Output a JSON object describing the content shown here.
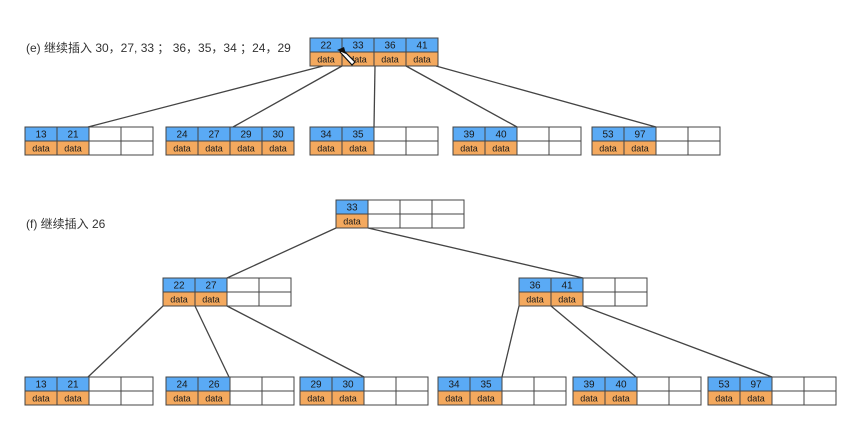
{
  "colors": {
    "key_fill": "#5aaaf5",
    "data_fill": "#f4a95e",
    "empty_fill": "#ffffff",
    "edge": "#444444"
  },
  "cursor_icon": "pointer-hand-icon",
  "diagrams": [
    {
      "id": "e",
      "caption": "(e) 继续插入 30，27, 33 ； 36，35，34 ；24，29",
      "nodes": [
        {
          "id": "e-root",
          "slots": [
            {
              "key": "22",
              "data": "data"
            },
            {
              "key": "33",
              "data": "data"
            },
            {
              "key": "36",
              "data": "data"
            },
            {
              "key": "41",
              "data": "data"
            }
          ]
        },
        {
          "id": "e-leaf-1",
          "slots": [
            {
              "key": "13",
              "data": "data"
            },
            {
              "key": "21",
              "data": "data"
            },
            null,
            null
          ]
        },
        {
          "id": "e-leaf-2",
          "slots": [
            {
              "key": "24",
              "data": "data"
            },
            {
              "key": "27",
              "data": "data"
            },
            {
              "key": "29",
              "data": "data"
            },
            {
              "key": "30",
              "data": "data"
            }
          ]
        },
        {
          "id": "e-leaf-3",
          "slots": [
            {
              "key": "34",
              "data": "data"
            },
            {
              "key": "35",
              "data": "data"
            },
            null,
            null
          ]
        },
        {
          "id": "e-leaf-4",
          "slots": [
            {
              "key": "39",
              "data": "data"
            },
            {
              "key": "40",
              "data": "data"
            },
            null,
            null
          ]
        },
        {
          "id": "e-leaf-5",
          "slots": [
            {
              "key": "53",
              "data": "data"
            },
            {
              "key": "97",
              "data": "data"
            },
            null,
            null
          ]
        }
      ],
      "edges": [
        {
          "from": "e-root",
          "to": "e-leaf-1"
        },
        {
          "from": "e-root",
          "to": "e-leaf-2"
        },
        {
          "from": "e-root",
          "to": "e-leaf-3"
        },
        {
          "from": "e-root",
          "to": "e-leaf-4"
        },
        {
          "from": "e-root",
          "to": "e-leaf-5"
        }
      ]
    },
    {
      "id": "f",
      "caption": "(f) 继续插入 26",
      "nodes": [
        {
          "id": "f-root",
          "slots": [
            {
              "key": "33",
              "data": "data"
            },
            null,
            null,
            null
          ]
        },
        {
          "id": "f-mid-left",
          "slots": [
            {
              "key": "22",
              "data": "data"
            },
            {
              "key": "27",
              "data": "data"
            },
            null,
            null
          ]
        },
        {
          "id": "f-mid-right",
          "slots": [
            {
              "key": "36",
              "data": "data"
            },
            {
              "key": "41",
              "data": "data"
            },
            null,
            null
          ]
        },
        {
          "id": "f-leaf-1",
          "slots": [
            {
              "key": "13",
              "data": "data"
            },
            {
              "key": "21",
              "data": "data"
            },
            null,
            null
          ]
        },
        {
          "id": "f-leaf-2",
          "slots": [
            {
              "key": "24",
              "data": "data"
            },
            {
              "key": "26",
              "data": "data"
            },
            null,
            null
          ]
        },
        {
          "id": "f-leaf-3",
          "slots": [
            {
              "key": "29",
              "data": "data"
            },
            {
              "key": "30",
              "data": "data"
            },
            null,
            null
          ]
        },
        {
          "id": "f-leaf-4",
          "slots": [
            {
              "key": "34",
              "data": "data"
            },
            {
              "key": "35",
              "data": "data"
            },
            null,
            null
          ]
        },
        {
          "id": "f-leaf-5",
          "slots": [
            {
              "key": "39",
              "data": "data"
            },
            {
              "key": "40",
              "data": "data"
            },
            null,
            null
          ]
        },
        {
          "id": "f-leaf-6",
          "slots": [
            {
              "key": "53",
              "data": "data"
            },
            {
              "key": "97",
              "data": "data"
            },
            null,
            null
          ]
        }
      ],
      "edges": [
        {
          "from": "f-root",
          "to": "f-mid-left"
        },
        {
          "from": "f-root",
          "to": "f-mid-right"
        },
        {
          "from": "f-mid-left",
          "to": "f-leaf-1"
        },
        {
          "from": "f-mid-left",
          "to": "f-leaf-2"
        },
        {
          "from": "f-mid-left",
          "to": "f-leaf-3"
        },
        {
          "from": "f-mid-right",
          "to": "f-leaf-4"
        },
        {
          "from": "f-mid-right",
          "to": "f-leaf-5"
        },
        {
          "from": "f-mid-right",
          "to": "f-leaf-6"
        }
      ]
    }
  ]
}
